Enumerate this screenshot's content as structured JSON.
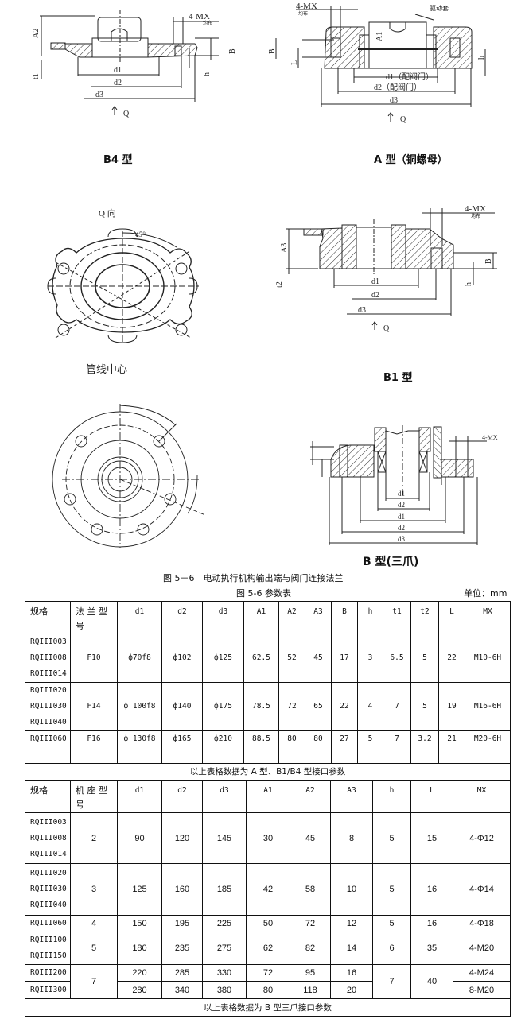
{
  "figures": {
    "b4": {
      "caption": "B4 型",
      "labels": {
        "mx": "4-MX",
        "even": "均布",
        "a2": "A2",
        "t1": "t1",
        "b": "B",
        "h": "h",
        "d1": "d1",
        "d2": "d2",
        "d3": "d3",
        "q": "Q"
      }
    },
    "a": {
      "caption": "A 型（铜螺母）",
      "labels": {
        "mx": "4-MX",
        "even": "均布",
        "sleeve": "驱动套",
        "a1": "A1",
        "b": "B",
        "l": "L",
        "h": "h",
        "d1": "d1（配阀门）",
        "d2": "d2（配阀门）",
        "d3": "d3",
        "q": "Q"
      }
    },
    "qview": {
      "title": "Q 向",
      "angle": "45°",
      "caption": "管线中心"
    },
    "b1": {
      "caption": "B1 型",
      "labels": {
        "mx": "4-MX",
        "even": "均布",
        "a3": "A3",
        "t2": "t2",
        "b": "B",
        "h": "h",
        "d1": "d1",
        "d2": "d2",
        "d3": "d3",
        "q": "Q"
      }
    },
    "b": {
      "caption": "B 型(三爪)",
      "labels": {
        "mx": "4-MX",
        "d1": "d1",
        "d2": "d2",
        "D1": "d1",
        "D2": "d2",
        "d3": "d3"
      }
    },
    "main_caption": "图 5－6　电动执行机构输出端与阀门连接法兰"
  },
  "table_title": "图 5-6 参数表",
  "unit": "单位：mm",
  "table1": {
    "headers": [
      "规格",
      "法 兰 型 号",
      "d1",
      "d2",
      "d3",
      "A1",
      "A2",
      "A3",
      "B",
      "h",
      "t1",
      "t2",
      "L",
      "MX"
    ],
    "rows": [
      {
        "specs": [
          "RQIII003",
          "RQIII008",
          "RQIII014"
        ],
        "values": [
          "F10",
          "ф70f8",
          "ф102",
          "ф125",
          "62.5",
          "52",
          "45",
          "17",
          "3",
          "6.5",
          "5",
          "22",
          "M10-6H"
        ]
      },
      {
        "specs": [
          "RQIII020",
          "RQIII030",
          "RQIII040"
        ],
        "values": [
          "F14",
          "ф 100f8",
          "ф140",
          "ф175",
          "78.5",
          "72",
          "65",
          "22",
          "4",
          "7",
          "5",
          "19",
          "M16-6H"
        ]
      },
      {
        "specs": [
          "RQIII060"
        ],
        "values": [
          "F16",
          "ф 130f8",
          "ф165",
          "ф210",
          "88.5",
          "80",
          "80",
          "27",
          "5",
          "7",
          "3.2",
          "21",
          "M20-6H"
        ]
      }
    ],
    "note": "以上表格数据为 A 型、B1/B4 型接口参数"
  },
  "table2": {
    "headers": [
      "规格",
      "机 座 型 号",
      "d1",
      "d2",
      "d3",
      "A1",
      "A2",
      "A3",
      "h",
      "L",
      "MX"
    ],
    "rows": [
      {
        "specs": [
          "RQIII003",
          "RQIII008",
          "RQIII014"
        ],
        "values": [
          "2",
          "90",
          "120",
          "145",
          "30",
          "45",
          "8",
          "5",
          "15",
          "4-Φ12"
        ]
      },
      {
        "specs": [
          "RQIII020",
          "RQIII030",
          "RQIII040"
        ],
        "values": [
          "3",
          "125",
          "160",
          "185",
          "42",
          "58",
          "10",
          "5",
          "16",
          "4-Φ14"
        ]
      },
      {
        "specs": [
          "RQIII060"
        ],
        "values": [
          "4",
          "150",
          "195",
          "225",
          "50",
          "72",
          "12",
          "5",
          "16",
          "4-Φ18"
        ]
      },
      {
        "specs": [
          "RQIII100",
          "RQIII150"
        ],
        "values": [
          "5",
          "180",
          "235",
          "275",
          "62",
          "82",
          "14",
          "6",
          "35",
          "4-M20"
        ]
      }
    ],
    "group7": {
      "seat": "7",
      "h": "7",
      "L": "40",
      "rows": [
        {
          "spec": "RQIII200",
          "values": [
            "220",
            "285",
            "330",
            "72",
            "95",
            "16"
          ],
          "mx": "4-M24"
        },
        {
          "spec": "RQIII300",
          "values": [
            "280",
            "340",
            "380",
            "80",
            "118",
            "20"
          ],
          "mx": "8-M20"
        }
      ]
    },
    "note": "以上表格数据为 B 型三爪接口参数"
  }
}
